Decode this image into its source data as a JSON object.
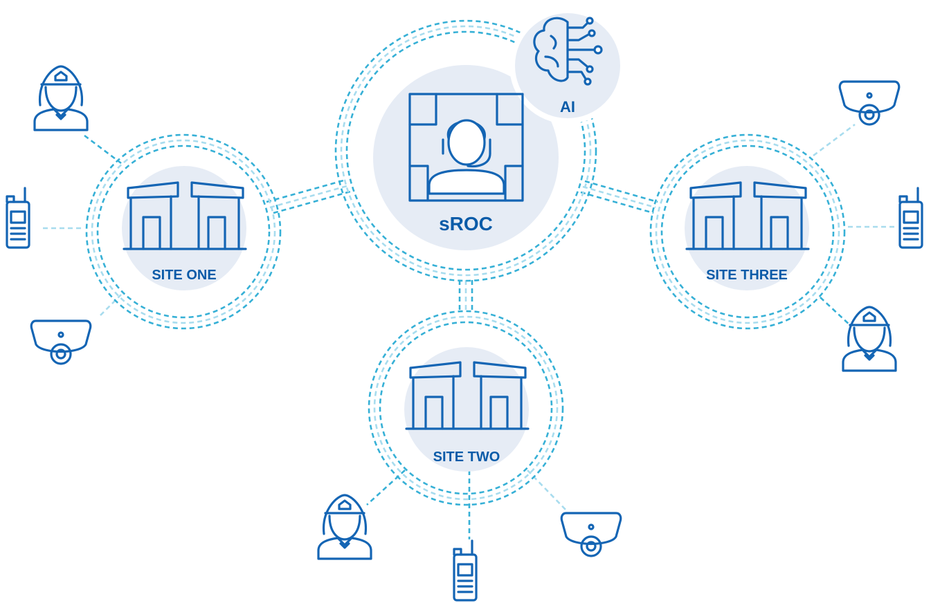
{
  "hub": {
    "label": "sROC",
    "icon": "operator-headset-monitors-icon",
    "ai": {
      "label": "AI",
      "icon": "ai-brain-circuit-icon"
    }
  },
  "sites": [
    {
      "id": "site-one",
      "label": "SITE ONE",
      "icon": "buildings-icon"
    },
    {
      "id": "site-two",
      "label": "SITE TWO",
      "icon": "buildings-icon"
    },
    {
      "id": "site-three",
      "label": "SITE THREE",
      "icon": "buildings-icon"
    }
  ],
  "site_devices": {
    "site-one": [
      "security-guard-icon",
      "radio-icon",
      "dome-camera-icon"
    ],
    "site-two": [
      "security-guard-icon",
      "radio-icon",
      "dome-camera-icon"
    ],
    "site-three": [
      "dome-camera-icon",
      "radio-icon",
      "security-guard-icon"
    ]
  },
  "colors": {
    "icon_stroke": "#1465b4",
    "label_text": "#0a5ba8",
    "circle_fill": "#e6ecf5",
    "ring_dark": "#36b0d6",
    "ring_light": "#a8dcee"
  }
}
